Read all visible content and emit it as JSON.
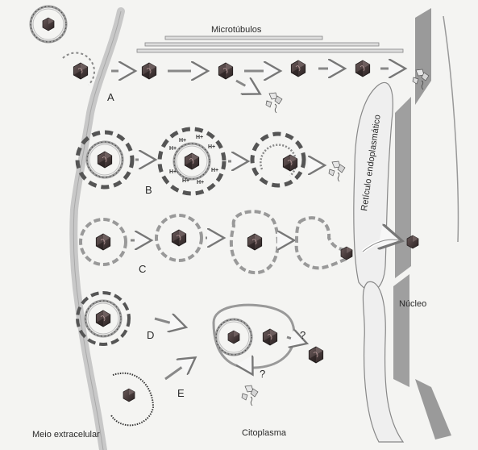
{
  "labels": {
    "microtubules": "Microtúbulos",
    "er": "Retículo endoplasmático",
    "nucleus": "Núcleo",
    "extracellular": "Meio extracelular",
    "cytoplasm": "Citoplasma",
    "h_plus": "H+",
    "question": "?"
  },
  "pathways": {
    "a": "A",
    "b": "B",
    "c": "C",
    "d": "D",
    "e": "E"
  }
}
